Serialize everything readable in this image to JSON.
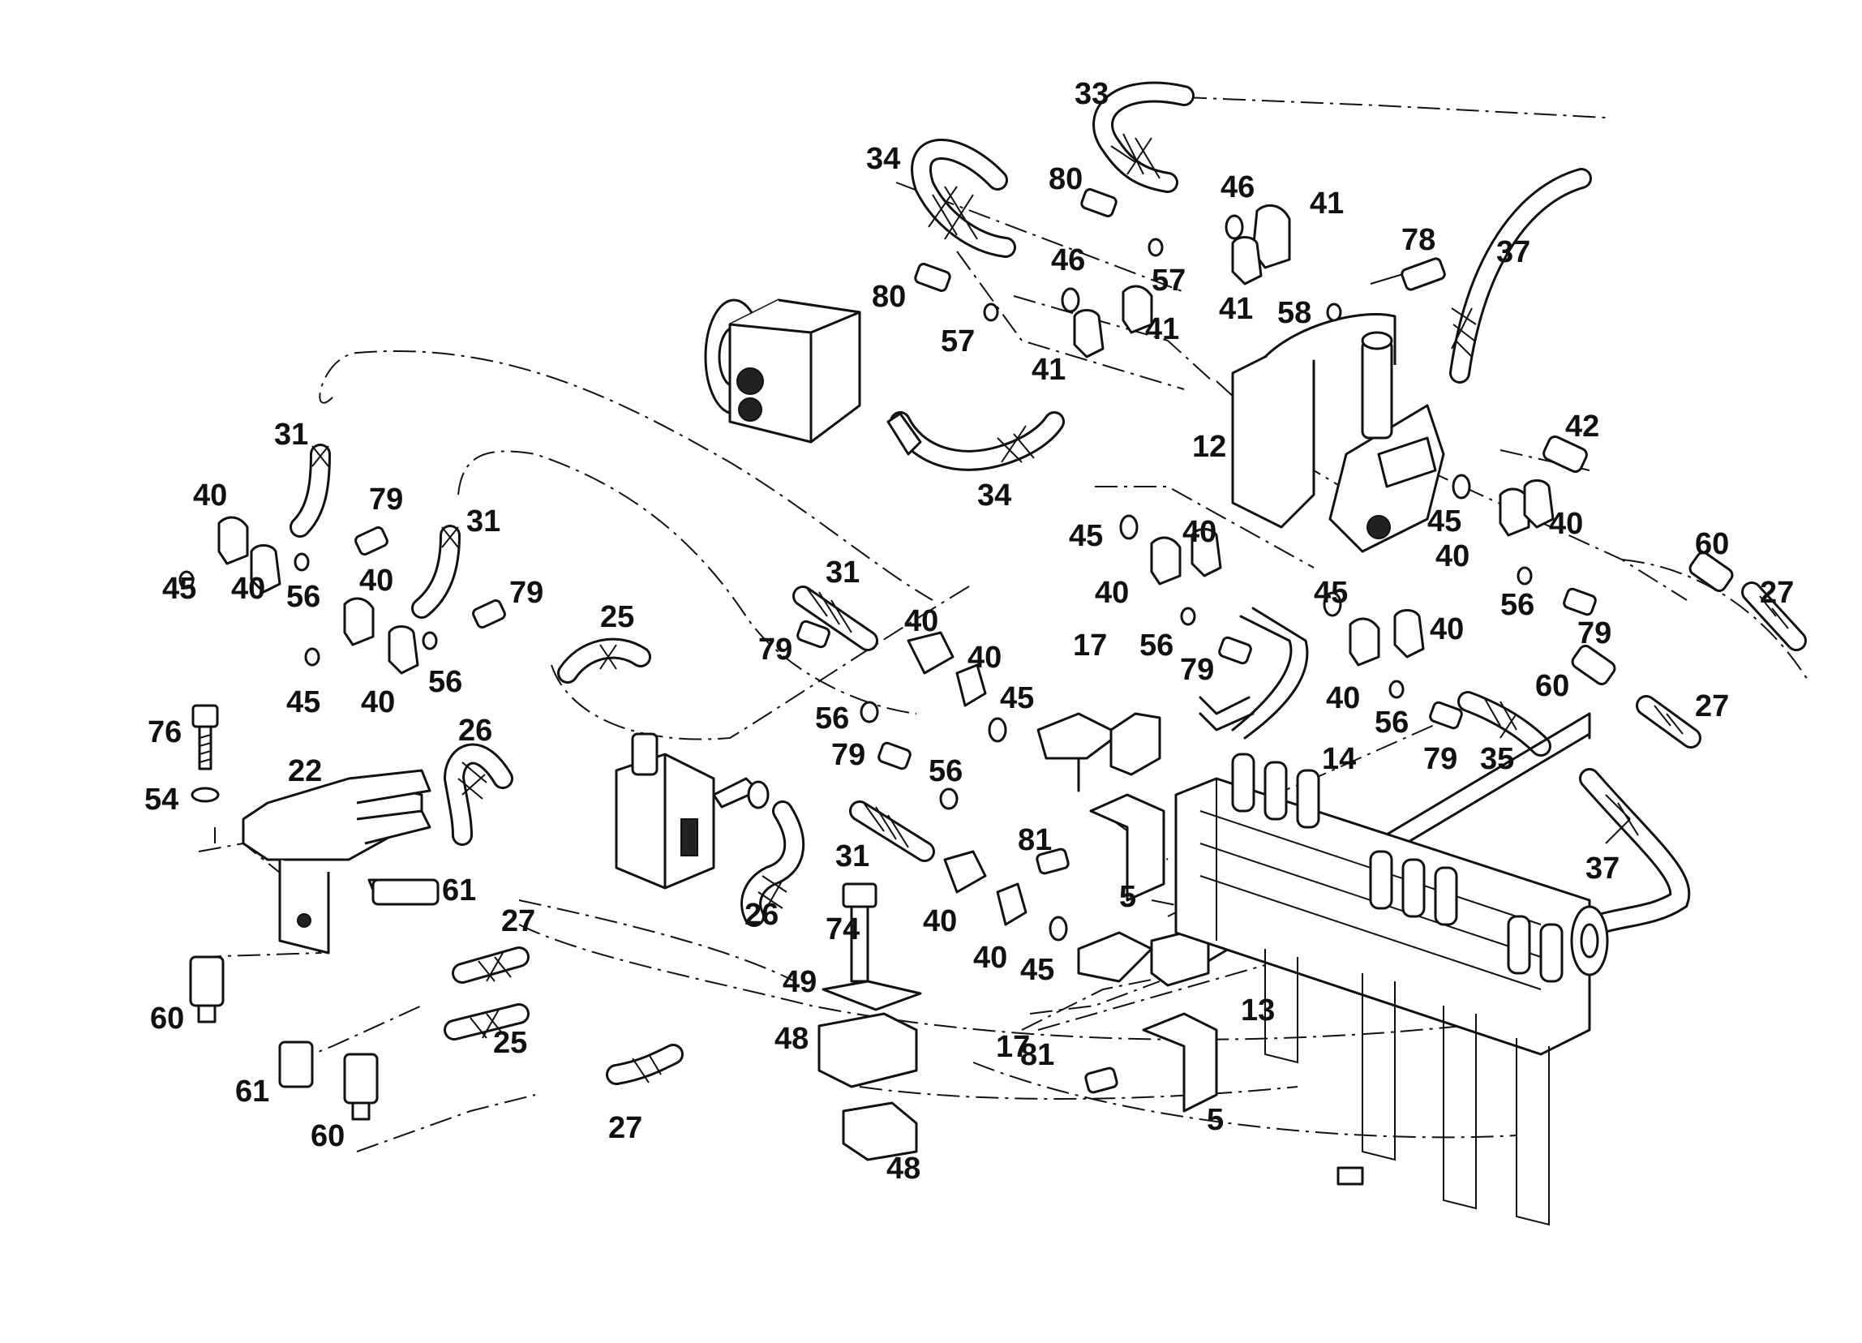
{
  "callouts": [
    {
      "id": "c33",
      "text": "33"
    },
    {
      "id": "c34a",
      "text": "34"
    },
    {
      "id": "c80a",
      "text": "80"
    },
    {
      "id": "c46a",
      "text": "46"
    },
    {
      "id": "c41a",
      "text": "41"
    },
    {
      "id": "c78",
      "text": "78"
    },
    {
      "id": "c37a",
      "text": "37"
    },
    {
      "id": "c57a",
      "text": "57"
    },
    {
      "id": "c41b",
      "text": "41"
    },
    {
      "id": "c58",
      "text": "58"
    },
    {
      "id": "c80b",
      "text": "80"
    },
    {
      "id": "c46b",
      "text": "46"
    },
    {
      "id": "c57b",
      "text": "57"
    },
    {
      "id": "c41c",
      "text": "41"
    },
    {
      "id": "c41d",
      "text": "41"
    },
    {
      "id": "c34b",
      "text": "34"
    },
    {
      "id": "c12",
      "text": "12"
    },
    {
      "id": "c42",
      "text": "42"
    },
    {
      "id": "c31a",
      "text": "31"
    },
    {
      "id": "c40a",
      "text": "40"
    },
    {
      "id": "c79a",
      "text": "79"
    },
    {
      "id": "c45a",
      "text": "45"
    },
    {
      "id": "c40b",
      "text": "40"
    },
    {
      "id": "c56a",
      "text": "56"
    },
    {
      "id": "c31b",
      "text": "31"
    },
    {
      "id": "c40c",
      "text": "40"
    },
    {
      "id": "c79b",
      "text": "79"
    },
    {
      "id": "c45b",
      "text": "45"
    },
    {
      "id": "c40d",
      "text": "40"
    },
    {
      "id": "c56b",
      "text": "56"
    },
    {
      "id": "c45c",
      "text": "45"
    },
    {
      "id": "c40e",
      "text": "40"
    },
    {
      "id": "c40f",
      "text": "40"
    },
    {
      "id": "c45d",
      "text": "45"
    },
    {
      "id": "c40g",
      "text": "40"
    },
    {
      "id": "c40h",
      "text": "40"
    },
    {
      "id": "c60a",
      "text": "60"
    },
    {
      "id": "c27a",
      "text": "27"
    },
    {
      "id": "c56c",
      "text": "56"
    },
    {
      "id": "c79c",
      "text": "79"
    },
    {
      "id": "c56d",
      "text": "56"
    },
    {
      "id": "c79d",
      "text": "79"
    },
    {
      "id": "c45e",
      "text": "45"
    },
    {
      "id": "c40i",
      "text": "40"
    },
    {
      "id": "c40j",
      "text": "40"
    },
    {
      "id": "c56e",
      "text": "56"
    },
    {
      "id": "c79e",
      "text": "79"
    },
    {
      "id": "c35",
      "text": "35"
    },
    {
      "id": "c60b",
      "text": "60"
    },
    {
      "id": "c27b",
      "text": "27"
    },
    {
      "id": "c17a",
      "text": "17"
    },
    {
      "id": "c14",
      "text": "14"
    },
    {
      "id": "c31c",
      "text": "31"
    },
    {
      "id": "c40k",
      "text": "40"
    },
    {
      "id": "c40l",
      "text": "40"
    },
    {
      "id": "c25a",
      "text": "25"
    },
    {
      "id": "c79f",
      "text": "79"
    },
    {
      "id": "c56f",
      "text": "56"
    },
    {
      "id": "c45f",
      "text": "45"
    },
    {
      "id": "c79g",
      "text": "79"
    },
    {
      "id": "c56g",
      "text": "56"
    },
    {
      "id": "c76",
      "text": "76"
    },
    {
      "id": "c22",
      "text": "22"
    },
    {
      "id": "c54",
      "text": "54"
    },
    {
      "id": "c26a",
      "text": "26"
    },
    {
      "id": "c61a",
      "text": "61"
    },
    {
      "id": "c26b",
      "text": "26"
    },
    {
      "id": "c31d",
      "text": "31"
    },
    {
      "id": "c81a",
      "text": "81"
    },
    {
      "id": "c5a",
      "text": "5"
    },
    {
      "id": "c37b",
      "text": "37"
    },
    {
      "id": "c40m",
      "text": "40"
    },
    {
      "id": "c40n",
      "text": "40"
    },
    {
      "id": "c45g",
      "text": "45"
    },
    {
      "id": "c74",
      "text": "74"
    },
    {
      "id": "c49",
      "text": "49"
    },
    {
      "id": "c27c",
      "text": "27"
    },
    {
      "id": "c60c",
      "text": "60"
    },
    {
      "id": "c25b",
      "text": "25"
    },
    {
      "id": "c13",
      "text": "13"
    },
    {
      "id": "c48a",
      "text": "48"
    },
    {
      "id": "c17b",
      "text": "17"
    },
    {
      "id": "c81b",
      "text": "81"
    },
    {
      "id": "c61b",
      "text": "61"
    },
    {
      "id": "c60d",
      "text": "60"
    },
    {
      "id": "c27d",
      "text": "27"
    },
    {
      "id": "c5b",
      "text": "5"
    },
    {
      "id": "c48b",
      "text": "48"
    }
  ]
}
